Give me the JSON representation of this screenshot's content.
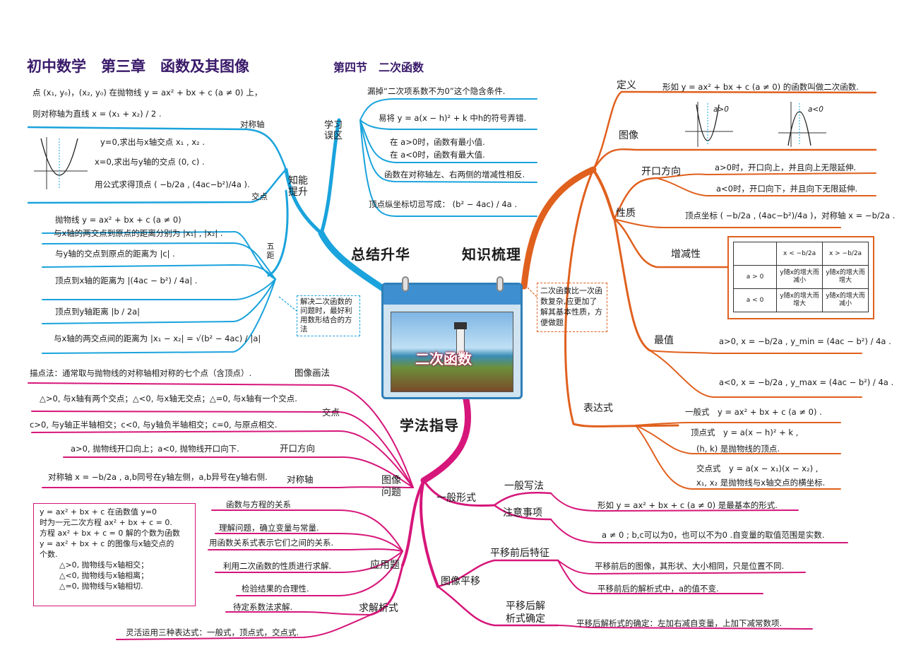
{
  "title": {
    "main": "初中数学　第三章　函数及其图像",
    "section": "第四节　二次函数"
  },
  "center": {
    "banner": "二次函数",
    "note_left": "解决二次函数的问题时，最好利用数形结合的方法",
    "note_right": "二次函数比一次函数复杂,应更加了解其基本性质，方便做题"
  },
  "branches": {
    "summary": "总结升华",
    "knowledge": "知识梳理",
    "study": "学法指导"
  },
  "summary": {
    "ability": "知能提升",
    "mistakes": "学习误区",
    "axis_label": "对称轴",
    "intersect_label": "交点",
    "dist_label": "五距",
    "axis_text_1": "点 (x₁, y₀)，(x₂, y₀) 在抛物线 y = ax² + bx + c (a ≠ 0) 上，",
    "axis_text_2": "则对称轴为直线 x = (x₁ + x₂) / 2 .",
    "int_y0": "y=0,求出与x轴交点 x₁ , x₂ .",
    "int_x0": "x=0,求出与y轴的交点 (0, c) .",
    "int_vertex": "用公式求得顶点 ( −b/2a , (4ac−b²)/4a ).",
    "dist_1a": "抛物线 y = ax² + bx + c (a ≠ 0)",
    "dist_1b": "与x轴的两交点到原点的距离分别为 |x₁| , |x₂| .",
    "dist_2": "与y轴的交点到原点的距离为 |c| .",
    "dist_3": "顶点到x轴的距离为 |(4ac − b²) / 4a| .",
    "dist_4": "顶点到y轴距离 |b / 2a|",
    "dist_5": "与x轴的两交点间的距离为 |x₁ − x₂| = √(b² − 4ac) / |a|",
    "mistake_1": "漏掉“二次项系数不为0”这个隐含条件.",
    "mistake_2": "易将 y = a(x − h)² + k 中h的符号弄错.",
    "mistake_3a": "在 a>0时，函数有最小值.",
    "mistake_3b": "在 a<0时，函数有最大值.",
    "mistake_4": "函数在对称轴左、右两侧的增减性相反.",
    "mistake_5": "顶点纵坐标切忌写成： (b² − 4ac) / 4a ."
  },
  "knowledge": {
    "def_label": "定义",
    "def_text": "形如 y = ax² + bx + c (a ≠ 0) 的函数叫做二次函数.",
    "graph_label": "图像",
    "graph_a_pos": "a>0",
    "graph_a_neg": "a<0",
    "prop_label": "性质",
    "open_label": "开口方向",
    "open_up": "a>0时，开口向上，并且向上无限延伸.",
    "open_down": "a<0时，开口向下，并且向下无限延伸.",
    "vertex_text": "顶点坐标 ( −b/2a , (4ac−b²)/4a )，对称轴 x = −b/2a .",
    "mono_label": "增减性",
    "mono_table": {
      "col1": "x < −b/2a",
      "col2": "x > −b/2a",
      "row1": "a > 0",
      "row2": "a < 0",
      "c11": "y随x的增大而减小",
      "c12": "y随x的增大而增大",
      "c21": "y随x的增大而增大",
      "c22": "y随x的增大而减小"
    },
    "extreme_label": "最值",
    "min_text": "a>0, x = −b/2a , y_min = (4ac − b²) / 4a .",
    "max_text": "a<0, x = −b/2a , y_max = (4ac − b²) / 4a .",
    "expr_label": "表达式",
    "expr_general": "一般式　y = ax² + bx + c (a ≠ 0) .",
    "expr_vertex_1": "顶点式　y = a(x − h)² + k ,",
    "expr_vertex_2": "(h, k) 是抛物线的顶点.",
    "expr_root_1": "交点式　y = a(x − x₁)(x − x₂) ,",
    "expr_root_2": "x₁, x₂ 是抛物线与x轴交点的横坐标."
  },
  "study": {
    "image_problem": "图像问题",
    "draw_label": "图像画法",
    "draw_text": "描点法：通常取与抛物线的对称轴相对称的七个点（含顶点）.",
    "int_label": "交点",
    "int_text_1": "△>0, 与x轴有两个交点；△<0, 与x轴无交点；△=0, 与x轴有一个交点.",
    "int_text_2": "c>0, 与y轴正半轴相交；c<0, 与y轴负半轴相交；c=0, 与原点相交.",
    "open_label": "开口方向",
    "open_text": "a>0, 抛物线开口向上；a<0, 抛物线开口向下.",
    "axis_label": "对称轴",
    "axis_text": "对称轴 x = −b/2a , a,b同号在y轴左侧，a,b异号在y轴右侧.",
    "app_label": "应用题",
    "app_1": "函数与方程的关系",
    "app_2": "理解问题，确立变量与常量.",
    "app_3": "用函数关系式表示它们之间的关系.",
    "app_4": "利用二次函数的性质进行求解.",
    "app_5": "检验结果的合理性.",
    "box_1": "y = ax² + bx + c 在函数值 y=0",
    "box_2": "时为一元二次方程 ax² + bx + c = 0.",
    "box_3": "方程 ax² + bx + c = 0 解的个数为函数",
    "box_4": "y = ax² + bx + c 的图像与x轴交点的",
    "box_5": "个数.",
    "box_6": "△>0, 抛物线与x轴相交；",
    "box_7": "△<0, 抛物线与x轴相离；",
    "box_8": "△=0, 抛物线与x轴相切.",
    "solve_label": "求解析式",
    "solve_1": "待定系数法求解.",
    "solve_2": "灵活运用三种表达式：一般式，顶点式，交点式.",
    "general_label": "一般形式",
    "write_label": "一般写法",
    "write_text": "形如 y = ax² + bx + c (a ≠ 0) 是最基本的形式.",
    "note_label": "注意事项",
    "note_text": "a ≠ 0 ; b,c可以为0，也可以不为0 .自变量的取值范围是实数.",
    "shift_label": "图像平移",
    "before_label": "平移前后特征",
    "before_1": "平移前后的图像，其形状、大小相同，只是位置不同.",
    "before_2": "平移前后的解析式中，a的值不变.",
    "after_label_1": "平移后解",
    "after_label_2": "析式确定",
    "after_text": "平移后解析式的确定：左加右减自变量，上加下减常数项."
  },
  "colors": {
    "blue": "#1aa3dc",
    "orange": "#e0601e",
    "magenta": "#d6167a",
    "title": "#3a1a6a"
  }
}
